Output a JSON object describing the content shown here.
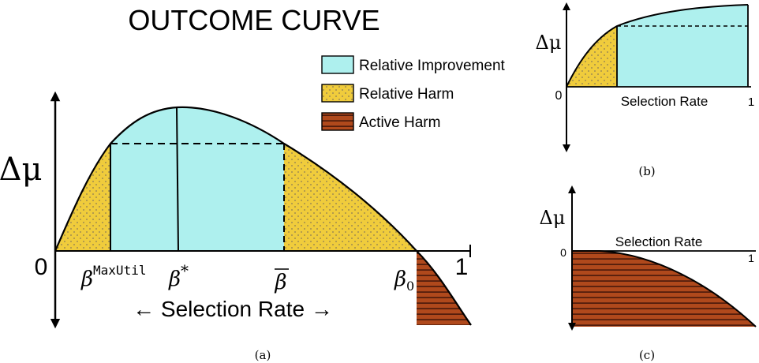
{
  "panel_a": {
    "title": "OUTCOME CURVE",
    "y_label": "Δμ",
    "origin": "0",
    "one": "1",
    "x_label": "← Selection Rate →",
    "caption": "(a)",
    "tick_beta": "β",
    "tick_maxutil_sup": "MaxUtil",
    "tick_star_sup": "*",
    "tick_bar": "β",
    "tick_zero_sub": "0",
    "legend": [
      {
        "label": "Relative Improvement",
        "color": "#aef0ee"
      },
      {
        "label": "Relative Harm",
        "color": "#f0cc3c"
      },
      {
        "label": "Active Harm",
        "color": "#b0491c"
      }
    ]
  },
  "panel_b": {
    "y_label": "Δμ",
    "origin": "0",
    "x_label": "Selection Rate",
    "one": "1",
    "caption": "(b)"
  },
  "panel_c": {
    "y_label": "Δμ",
    "origin": "0",
    "x_label": "Selection Rate",
    "one": "1",
    "caption": "(c)"
  },
  "colors": {
    "improvement": "#aef0ee",
    "harm": "#f0cc3c",
    "harm_dots": "#8a7a55",
    "active_harm": "#b0491c",
    "active_harm_lines": "#3a1208"
  }
}
